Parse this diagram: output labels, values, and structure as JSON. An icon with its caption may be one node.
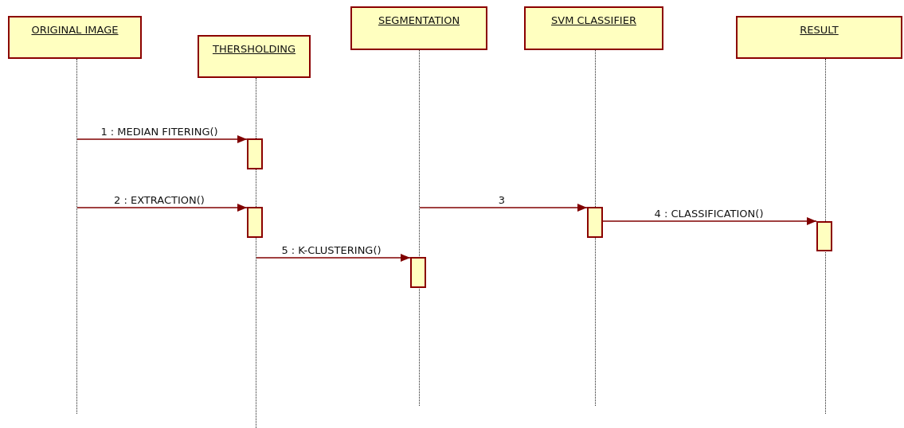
{
  "diagram": {
    "nodes": [
      {
        "text": [
          "ORIGINAL IMAGE"
        ]
      },
      {
        "text": [
          "THERSHOLDING"
        ]
      },
      {
        "text": [
          "SEGMENTATION"
        ]
      },
      {
        "text": [
          "SVM CLASSIFIER"
        ]
      },
      {
        "text": [
          "RESULT"
        ]
      },
      {
        "text": [],
        "shape": "line"
      },
      {
        "text": [],
        "shape": "line"
      },
      {
        "text": [],
        "shape": "line"
      },
      {
        "text": [],
        "shape": "line"
      },
      {
        "text": [],
        "shape": "line"
      },
      {
        "text": [],
        "shape": "bar"
      },
      {
        "text": [],
        "shape": "bar"
      },
      {
        "text": [],
        "shape": "bar"
      },
      {
        "text": [],
        "shape": "bar"
      },
      {
        "text": [],
        "shape": "bar"
      }
    ],
    "edges": [
      {
        "from": 5,
        "to": 10,
        "arrow": "to",
        "label": "1 : MEDIAN FITERING()"
      },
      {
        "from": 5,
        "to": 11,
        "arrow": "to",
        "label": "2 : EXTRACTION()"
      },
      {
        "from": 7,
        "to": 12,
        "arrow": "to",
        "label": "3"
      },
      {
        "from": 12,
        "to": 13,
        "arrow": "to",
        "label": "4 : CLASSIFICATION()"
      },
      {
        "from": 6,
        "to": 14,
        "arrow": "to",
        "label": "5 : K-CLUSTERING()"
      }
    ]
  }
}
